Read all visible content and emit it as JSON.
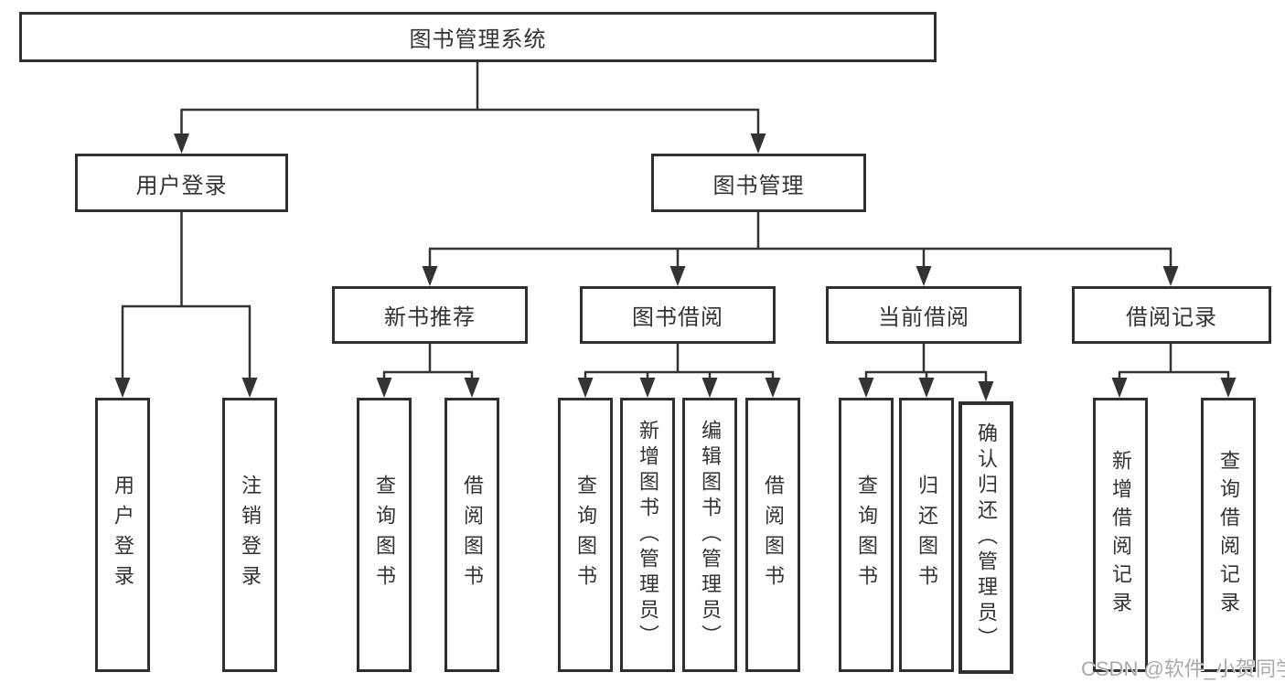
{
  "diagram": {
    "root": "图书管理系统",
    "level2": [
      "用户登录",
      "图书管理"
    ],
    "level3": [
      "新书推荐",
      "图书借阅",
      "当前借阅",
      "借阅记录"
    ],
    "leaves": [
      "用户登录",
      "注销登录",
      "查询图书",
      "借阅图书",
      "查询图书",
      "新增图书（管理员）",
      "编辑图书（管理员）",
      "借阅图书",
      "查询图书",
      "归还图书",
      "确认归还（管理员）",
      "新增借阅记录",
      "查询借阅记录"
    ]
  },
  "watermark": "CSDN @软件_小贺同学",
  "colors": {
    "line": "#333333",
    "box_border": "#2f2f2f",
    "box_background": "#ffffff",
    "text": "#333333",
    "watermark_text": "#aaaaaa"
  }
}
